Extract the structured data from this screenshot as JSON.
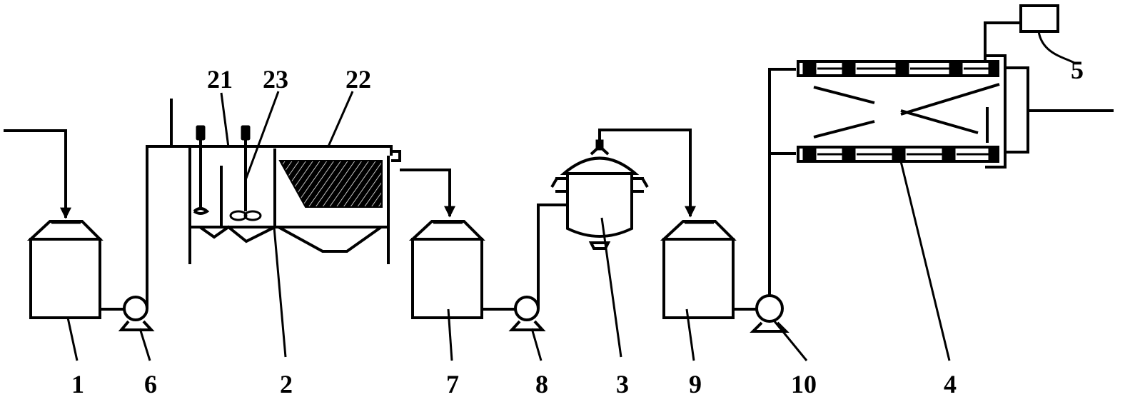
{
  "labels": {
    "tank_1": "1",
    "pump_6": "6",
    "settler_2": "2",
    "tank_7": "7",
    "pump_8": "8",
    "vessel_3": "3",
    "tank_9": "9",
    "pump_10": "10",
    "filter_4": "4",
    "box_5": "5",
    "part_21": "21",
    "part_23": "23",
    "part_22": "22"
  }
}
